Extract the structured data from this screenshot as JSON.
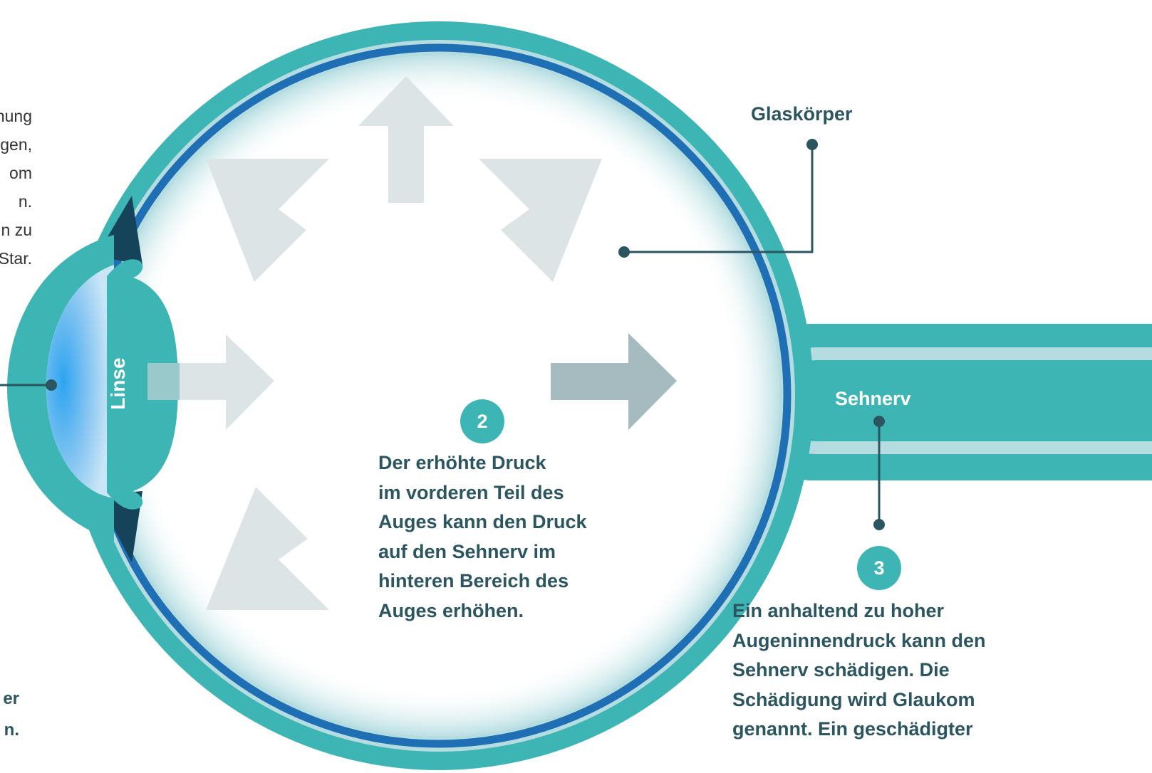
{
  "left_text_lines": [
    "hung",
    "gen,",
    "om",
    "n.",
    "n zu",
    "Star."
  ],
  "left_bold_lines": [
    "er",
    "n."
  ],
  "labels": {
    "linse": "Linse",
    "glaskoerper": "Glaskörper",
    "sehnerv": "Sehnerv"
  },
  "step2": {
    "number": "2",
    "lines": [
      "Der erhöhte Druck",
      "im vorderen Teil des",
      "Auges kann den Druck",
      "auf den Sehnerv im",
      "hinteren Bereich des",
      "Auges erhöhen."
    ]
  },
  "step3": {
    "number": "3",
    "lines": [
      "Ein anhaltend zu hoher",
      "Augeninnendruck kann den",
      "Sehnerv schädigen. Die",
      "Schädigung wird Glaukom",
      "genannt. Ein geschädigter"
    ]
  },
  "colors": {
    "sclera": "#3eb5b5",
    "inner_layer": "#b5dde1",
    "retina_line": "#1f6fb5",
    "arrow_light": "#dce4e6",
    "arrow_dark": "#a6bbbf",
    "leader_line": "#2b5660",
    "text_dark": "#2b5660"
  },
  "icons": {
    "arrows": [
      "arrow-up-icon",
      "arrow-up-left-icon",
      "arrow-up-right-icon",
      "arrow-right-icon",
      "arrow-right-dark-icon",
      "arrow-down-left-icon"
    ]
  }
}
